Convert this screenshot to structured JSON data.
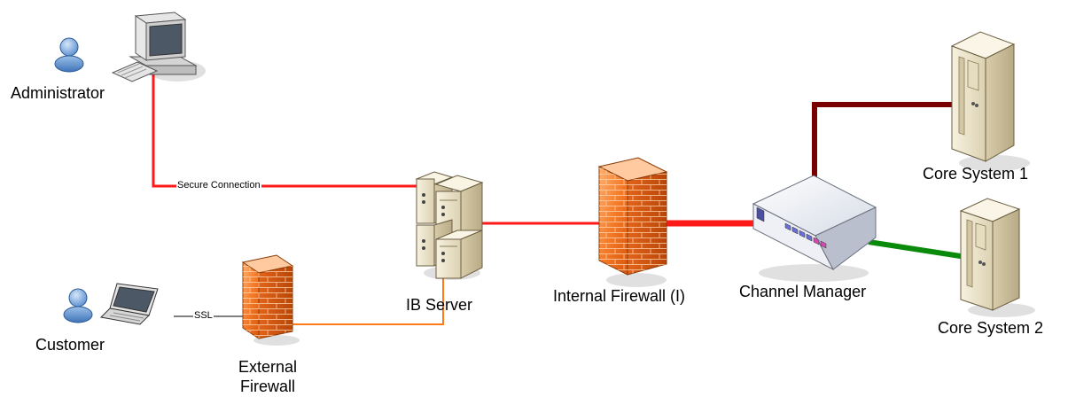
{
  "nodes": {
    "administrator": "Administrator",
    "customer": "Customer",
    "external_firewall_line1": "External",
    "external_firewall_line2": "Firewall",
    "ib_server": "IB Server",
    "internal_firewall": "Internal Firewall (I)",
    "channel_manager": "Channel Manager",
    "core_system_1": "Core System 1",
    "core_system_2": "Core System 2"
  },
  "connections": {
    "secure_connection": "Secure Connection",
    "ssl": "SSL"
  },
  "colors": {
    "secure_link": "#ff1a1a",
    "orange_link": "#ff7a1a",
    "core1_link": "#7a0000",
    "core2_link": "#0a8a0a",
    "firewall": "#f26a1f",
    "server": "#efe7cf"
  },
  "icons": [
    "user-icon",
    "desktop-computer-icon",
    "laptop-icon",
    "firewall-icon",
    "server-rack-icon",
    "network-switch-icon",
    "tower-server-icon"
  ]
}
